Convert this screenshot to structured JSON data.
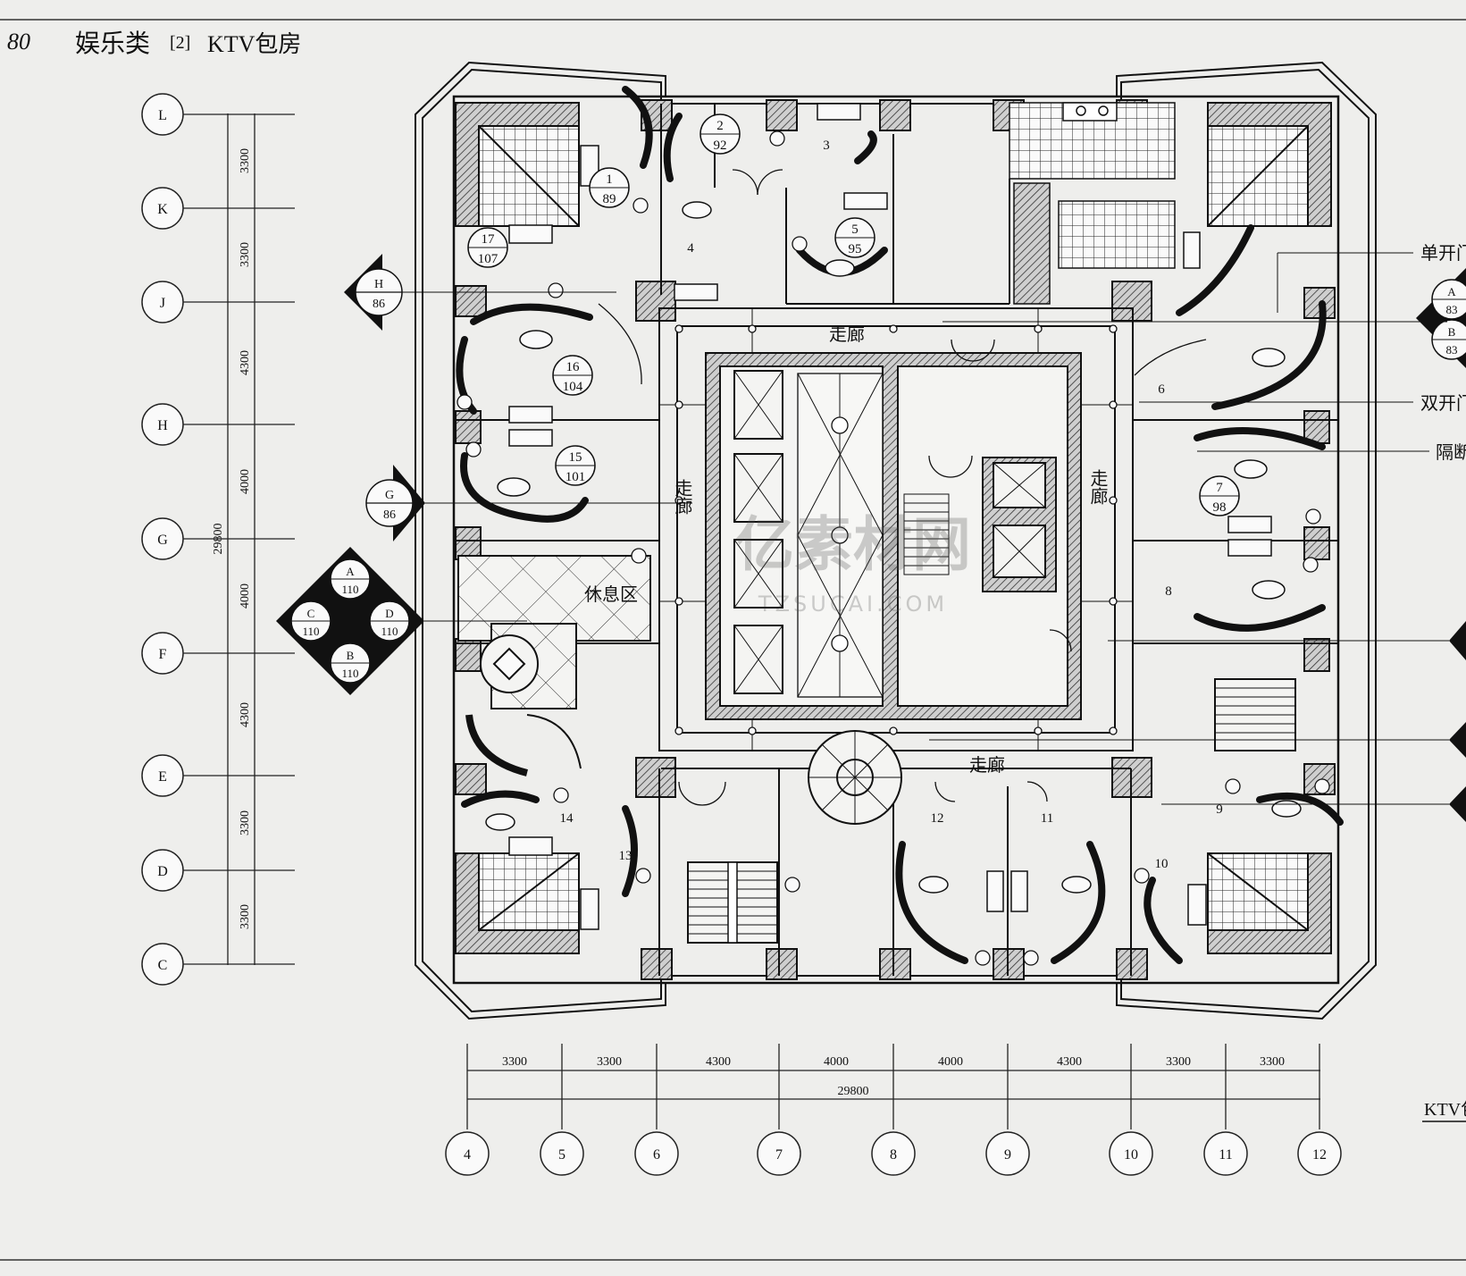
{
  "header": {
    "page_number": "80",
    "category": "娱乐类",
    "section": "[2]",
    "title": "KTV包房"
  },
  "left_axes": {
    "labels": [
      "L",
      "K",
      "J",
      "H",
      "G",
      "F",
      "E",
      "D",
      "C"
    ],
    "dimensions": [
      "3300",
      "3300",
      "4300",
      "4000",
      "4000",
      "4300",
      "3300",
      "3300"
    ],
    "total": "29800"
  },
  "bottom_axes": {
    "labels": [
      "4",
      "5",
      "6",
      "7",
      "8",
      "9",
      "10",
      "11",
      "12"
    ],
    "dimensions": [
      "3300",
      "3300",
      "4300",
      "4000",
      "4000",
      "4300",
      "3300",
      "3300"
    ],
    "total": "29800"
  },
  "elevation_markers": {
    "H": {
      "letter": "H",
      "page": "86"
    },
    "G": {
      "letter": "G",
      "page": "86"
    },
    "A83": {
      "letter": "A",
      "page": "83"
    },
    "B83": {
      "letter": "B",
      "page": "83"
    },
    "quad": [
      {
        "letter": "A",
        "page": "110"
      },
      {
        "letter": "C",
        "page": "110"
      },
      {
        "letter": "D",
        "page": "110"
      },
      {
        "letter": "B",
        "page": "110"
      }
    ]
  },
  "rooms": [
    {
      "no": "1",
      "page": "89"
    },
    {
      "no": "2",
      "page": "92"
    },
    {
      "no": "3",
      "page": ""
    },
    {
      "no": "4",
      "page": ""
    },
    {
      "no": "5",
      "page": "95"
    },
    {
      "no": "6",
      "page": ""
    },
    {
      "no": "7",
      "page": "98"
    },
    {
      "no": "8",
      "page": ""
    },
    {
      "no": "9",
      "page": ""
    },
    {
      "no": "10",
      "page": ""
    },
    {
      "no": "11",
      "page": ""
    },
    {
      "no": "12",
      "page": ""
    },
    {
      "no": "13",
      "page": ""
    },
    {
      "no": "14",
      "page": ""
    },
    {
      "no": "15",
      "page": "101"
    },
    {
      "no": "16",
      "page": "104"
    },
    {
      "no": "17",
      "page": "107"
    }
  ],
  "area_labels": {
    "corridor": "走廊",
    "lounge": "休息区"
  },
  "callouts": [
    "单开门",
    "双开门",
    "隔断"
  ],
  "drawing_caption": "KTV包房平面图",
  "watermark": {
    "main": "亿素材网",
    "sub": "TZSUCAI.COM"
  }
}
